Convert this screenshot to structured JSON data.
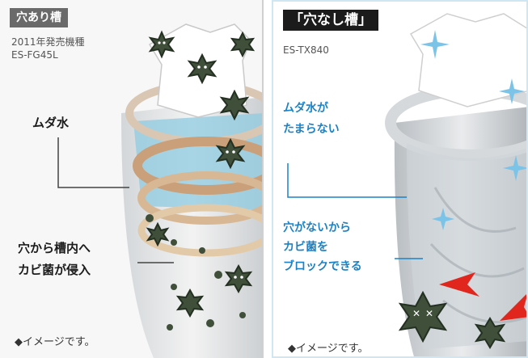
{
  "left": {
    "tag": "穴あり槽",
    "model_line1": "2011年発売機種",
    "model_line2": "ES-FG45L",
    "callout_water": "ムダ水",
    "callout_mold_line1": "穴から槽内へ",
    "callout_mold_line2": "カビ菌が侵入",
    "note": "◆イメージです。"
  },
  "right": {
    "tag": "「穴なし槽」",
    "model": "ES-TX840",
    "callout_water_line1": "ムダ水が",
    "callout_water_line2": "たまらない",
    "callout_block_line1": "穴がないから",
    "callout_block_line2": "カビ菌を",
    "callout_block_line3": "ブロックできる",
    "note": "◆イメージです。"
  },
  "colors": {
    "accent_blue": "#1c82c5",
    "mold_green": "#3f4f3a",
    "arrow_red": "#e0261d"
  }
}
